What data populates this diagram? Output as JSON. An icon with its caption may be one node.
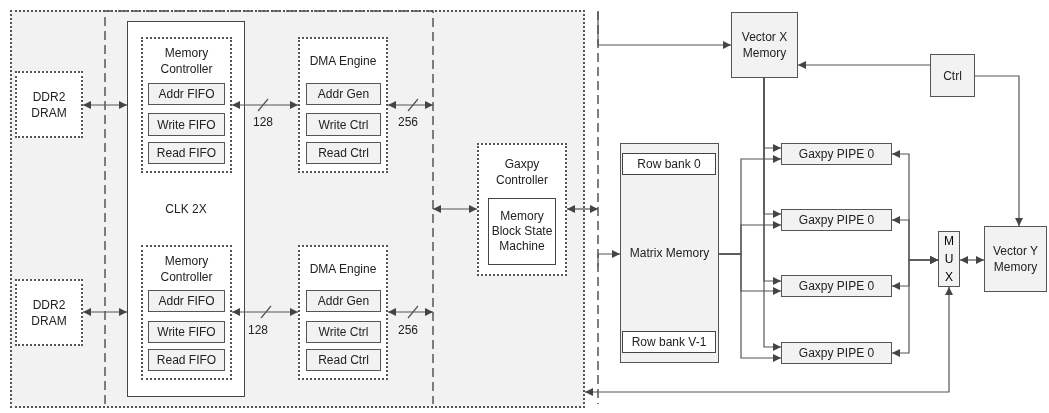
{
  "diagram": {
    "nodes": [
      {
        "text": [],
        "shape": "box"
      },
      {
        "text": [
          "DDR2 DRAM"
        ],
        "in": 0
      },
      {
        "text": [
          "DDR2 DRAM"
        ],
        "in": 0
      },
      {
        "text": [
          "CLK 2X"
        ],
        "in": 0
      },
      {
        "text": [
          "Memory Controller"
        ],
        "in": 3
      },
      {
        "text": [
          "Addr FIFO"
        ],
        "in": 4
      },
      {
        "text": [
          "Write FIFO"
        ],
        "in": 4
      },
      {
        "text": [
          "Read FIFO"
        ],
        "in": 4
      },
      {
        "text": [
          "Memory Controller"
        ],
        "in": 3
      },
      {
        "text": [
          "Addr FIFO"
        ],
        "in": 8
      },
      {
        "text": [
          "Write FIFO"
        ],
        "in": 8
      },
      {
        "text": [
          "Read FIFO"
        ],
        "in": 8
      },
      {
        "text": [
          "DMA Engine"
        ],
        "in": 0
      },
      {
        "text": [
          "Addr Gen"
        ],
        "in": 12
      },
      {
        "text": [
          "Write Ctrl"
        ],
        "in": 12
      },
      {
        "text": [
          "Read Ctrl"
        ],
        "in": 12
      },
      {
        "text": [
          "DMA Engine"
        ],
        "in": 0
      },
      {
        "text": [
          "Addr Gen"
        ],
        "in": 16
      },
      {
        "text": [
          "Write Ctrl"
        ],
        "in": 16
      },
      {
        "text": [
          "Read Ctrl"
        ],
        "in": 16
      },
      {
        "text": [
          "Gaxpy Controller"
        ],
        "in": 0
      },
      {
        "text": [
          "Memory Block State Machine"
        ],
        "in": 20
      },
      {
        "text": [
          "Vector X Memory"
        ]
      },
      {
        "text": [
          "Ctrl"
        ]
      },
      {
        "text": [
          "Matrix Memory"
        ]
      },
      {
        "text": [
          "Row bank 0"
        ],
        "in": 24
      },
      {
        "text": [
          "Row bank V-1"
        ],
        "in": 24
      },
      {
        "text": [
          "Gaxpy PIPE 0"
        ]
      },
      {
        "text": [
          "Gaxpy PIPE 0"
        ]
      },
      {
        "text": [
          "Gaxpy PIPE 0"
        ]
      },
      {
        "text": [
          "Gaxpy PIPE 0"
        ]
      },
      {
        "text": [
          "MUX"
        ]
      },
      {
        "text": [
          "Vector Y Memory"
        ]
      }
    ],
    "edges": [
      {
        "from": 1,
        "to": 3,
        "arrow": "both"
      },
      {
        "from": 2,
        "to": 3,
        "arrow": "both"
      },
      {
        "from": 4,
        "to": 12,
        "arrow": "both",
        "label": "128"
      },
      {
        "from": 8,
        "to": 16,
        "arrow": "both",
        "label": "128"
      },
      {
        "from": 12,
        "to": null,
        "arrow": "both",
        "label": "256"
      },
      {
        "from": 16,
        "to": null,
        "arrow": "both",
        "label": "256"
      },
      {
        "from": null,
        "to": 20,
        "arrow": "both"
      },
      {
        "from": 20,
        "to": null,
        "arrow": "both"
      },
      {
        "from": null,
        "to": 22,
        "arrow": "to"
      },
      {
        "from": null,
        "to": 24,
        "arrow": "to"
      },
      {
        "from": 23,
        "to": 22,
        "arrow": "to"
      },
      {
        "from": 23,
        "to": 32,
        "arrow": "to"
      },
      {
        "from": 22,
        "to": 27,
        "arrow": "to"
      },
      {
        "from": 22,
        "to": 28,
        "arrow": "to"
      },
      {
        "from": 22,
        "to": 29,
        "arrow": "to"
      },
      {
        "from": 22,
        "to": 30,
        "arrow": "to"
      },
      {
        "from": 24,
        "to": 27,
        "arrow": "to"
      },
      {
        "from": 24,
        "to": 28,
        "arrow": "to"
      },
      {
        "from": 24,
        "to": 29,
        "arrow": "to"
      },
      {
        "from": 24,
        "to": 30,
        "arrow": "to"
      },
      {
        "from": 31,
        "to": 27,
        "arrow": "both"
      },
      {
        "from": 31,
        "to": 28,
        "arrow": "both"
      },
      {
        "from": 31,
        "to": 29,
        "arrow": "both"
      },
      {
        "from": 31,
        "to": 30,
        "arrow": "both"
      },
      {
        "from": 31,
        "to": 32,
        "arrow": "both"
      },
      {
        "from": 31,
        "to": 0,
        "arrow": "both"
      }
    ]
  }
}
